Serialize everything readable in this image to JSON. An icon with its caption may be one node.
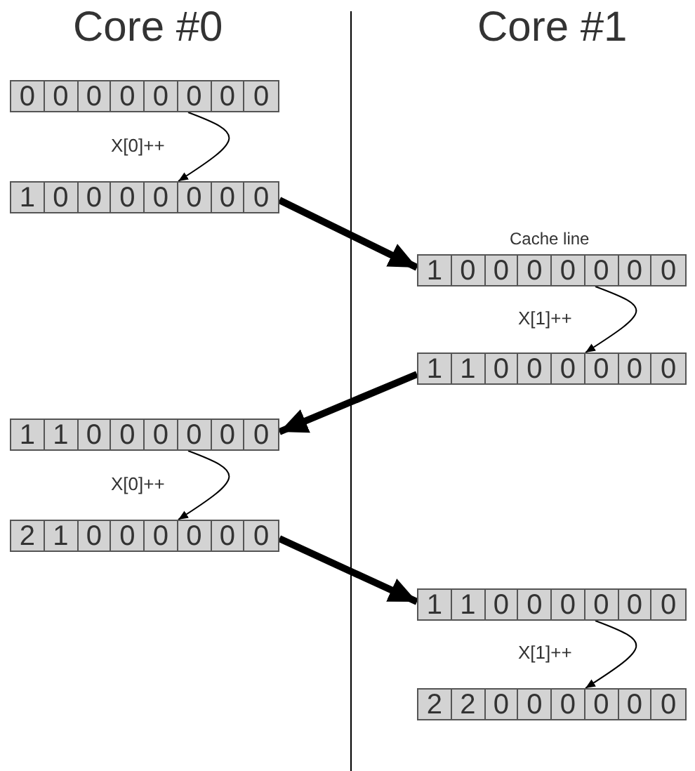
{
  "diagram": {
    "nodes": [
      {
        "text": [
          "0",
          "0",
          "0",
          "0",
          "0",
          "0",
          "0",
          "0"
        ]
      },
      {
        "text": [
          "1",
          "0",
          "0",
          "0",
          "0",
          "0",
          "0",
          "0"
        ]
      },
      {
        "text": [
          "1",
          "0",
          "0",
          "0",
          "0",
          "0",
          "0",
          "0"
        ],
        "beside": [
          "Cache line"
        ]
      },
      {
        "text": [
          "1",
          "1",
          "0",
          "0",
          "0",
          "0",
          "0",
          "0"
        ]
      },
      {
        "text": [
          "1",
          "1",
          "0",
          "0",
          "0",
          "0",
          "0",
          "0"
        ]
      },
      {
        "text": [
          "2",
          "1",
          "0",
          "0",
          "0",
          "0",
          "0",
          "0"
        ]
      },
      {
        "text": [
          "1",
          "1",
          "0",
          "0",
          "0",
          "0",
          "0",
          "0"
        ]
      },
      {
        "text": [
          "2",
          "2",
          "0",
          "0",
          "0",
          "0",
          "0",
          "0"
        ]
      }
    ],
    "edges": [
      {
        "from": 0,
        "to": 1,
        "arrow": "to",
        "label": "X[0]++"
      },
      {
        "from": 1,
        "to": 2,
        "arrow": "to",
        "style": "thick"
      },
      {
        "from": 2,
        "to": 3,
        "arrow": "to",
        "label": "X[1]++"
      },
      {
        "from": 3,
        "to": 4,
        "arrow": "to",
        "style": "thick"
      },
      {
        "from": 4,
        "to": 5,
        "arrow": "to",
        "label": "X[0]++"
      },
      {
        "from": 5,
        "to": 6,
        "arrow": "to",
        "style": "thick"
      },
      {
        "from": 6,
        "to": 7,
        "arrow": "to",
        "label": "X[1]++"
      }
    ],
    "labels": [
      "Core #0",
      "Core #1"
    ]
  }
}
